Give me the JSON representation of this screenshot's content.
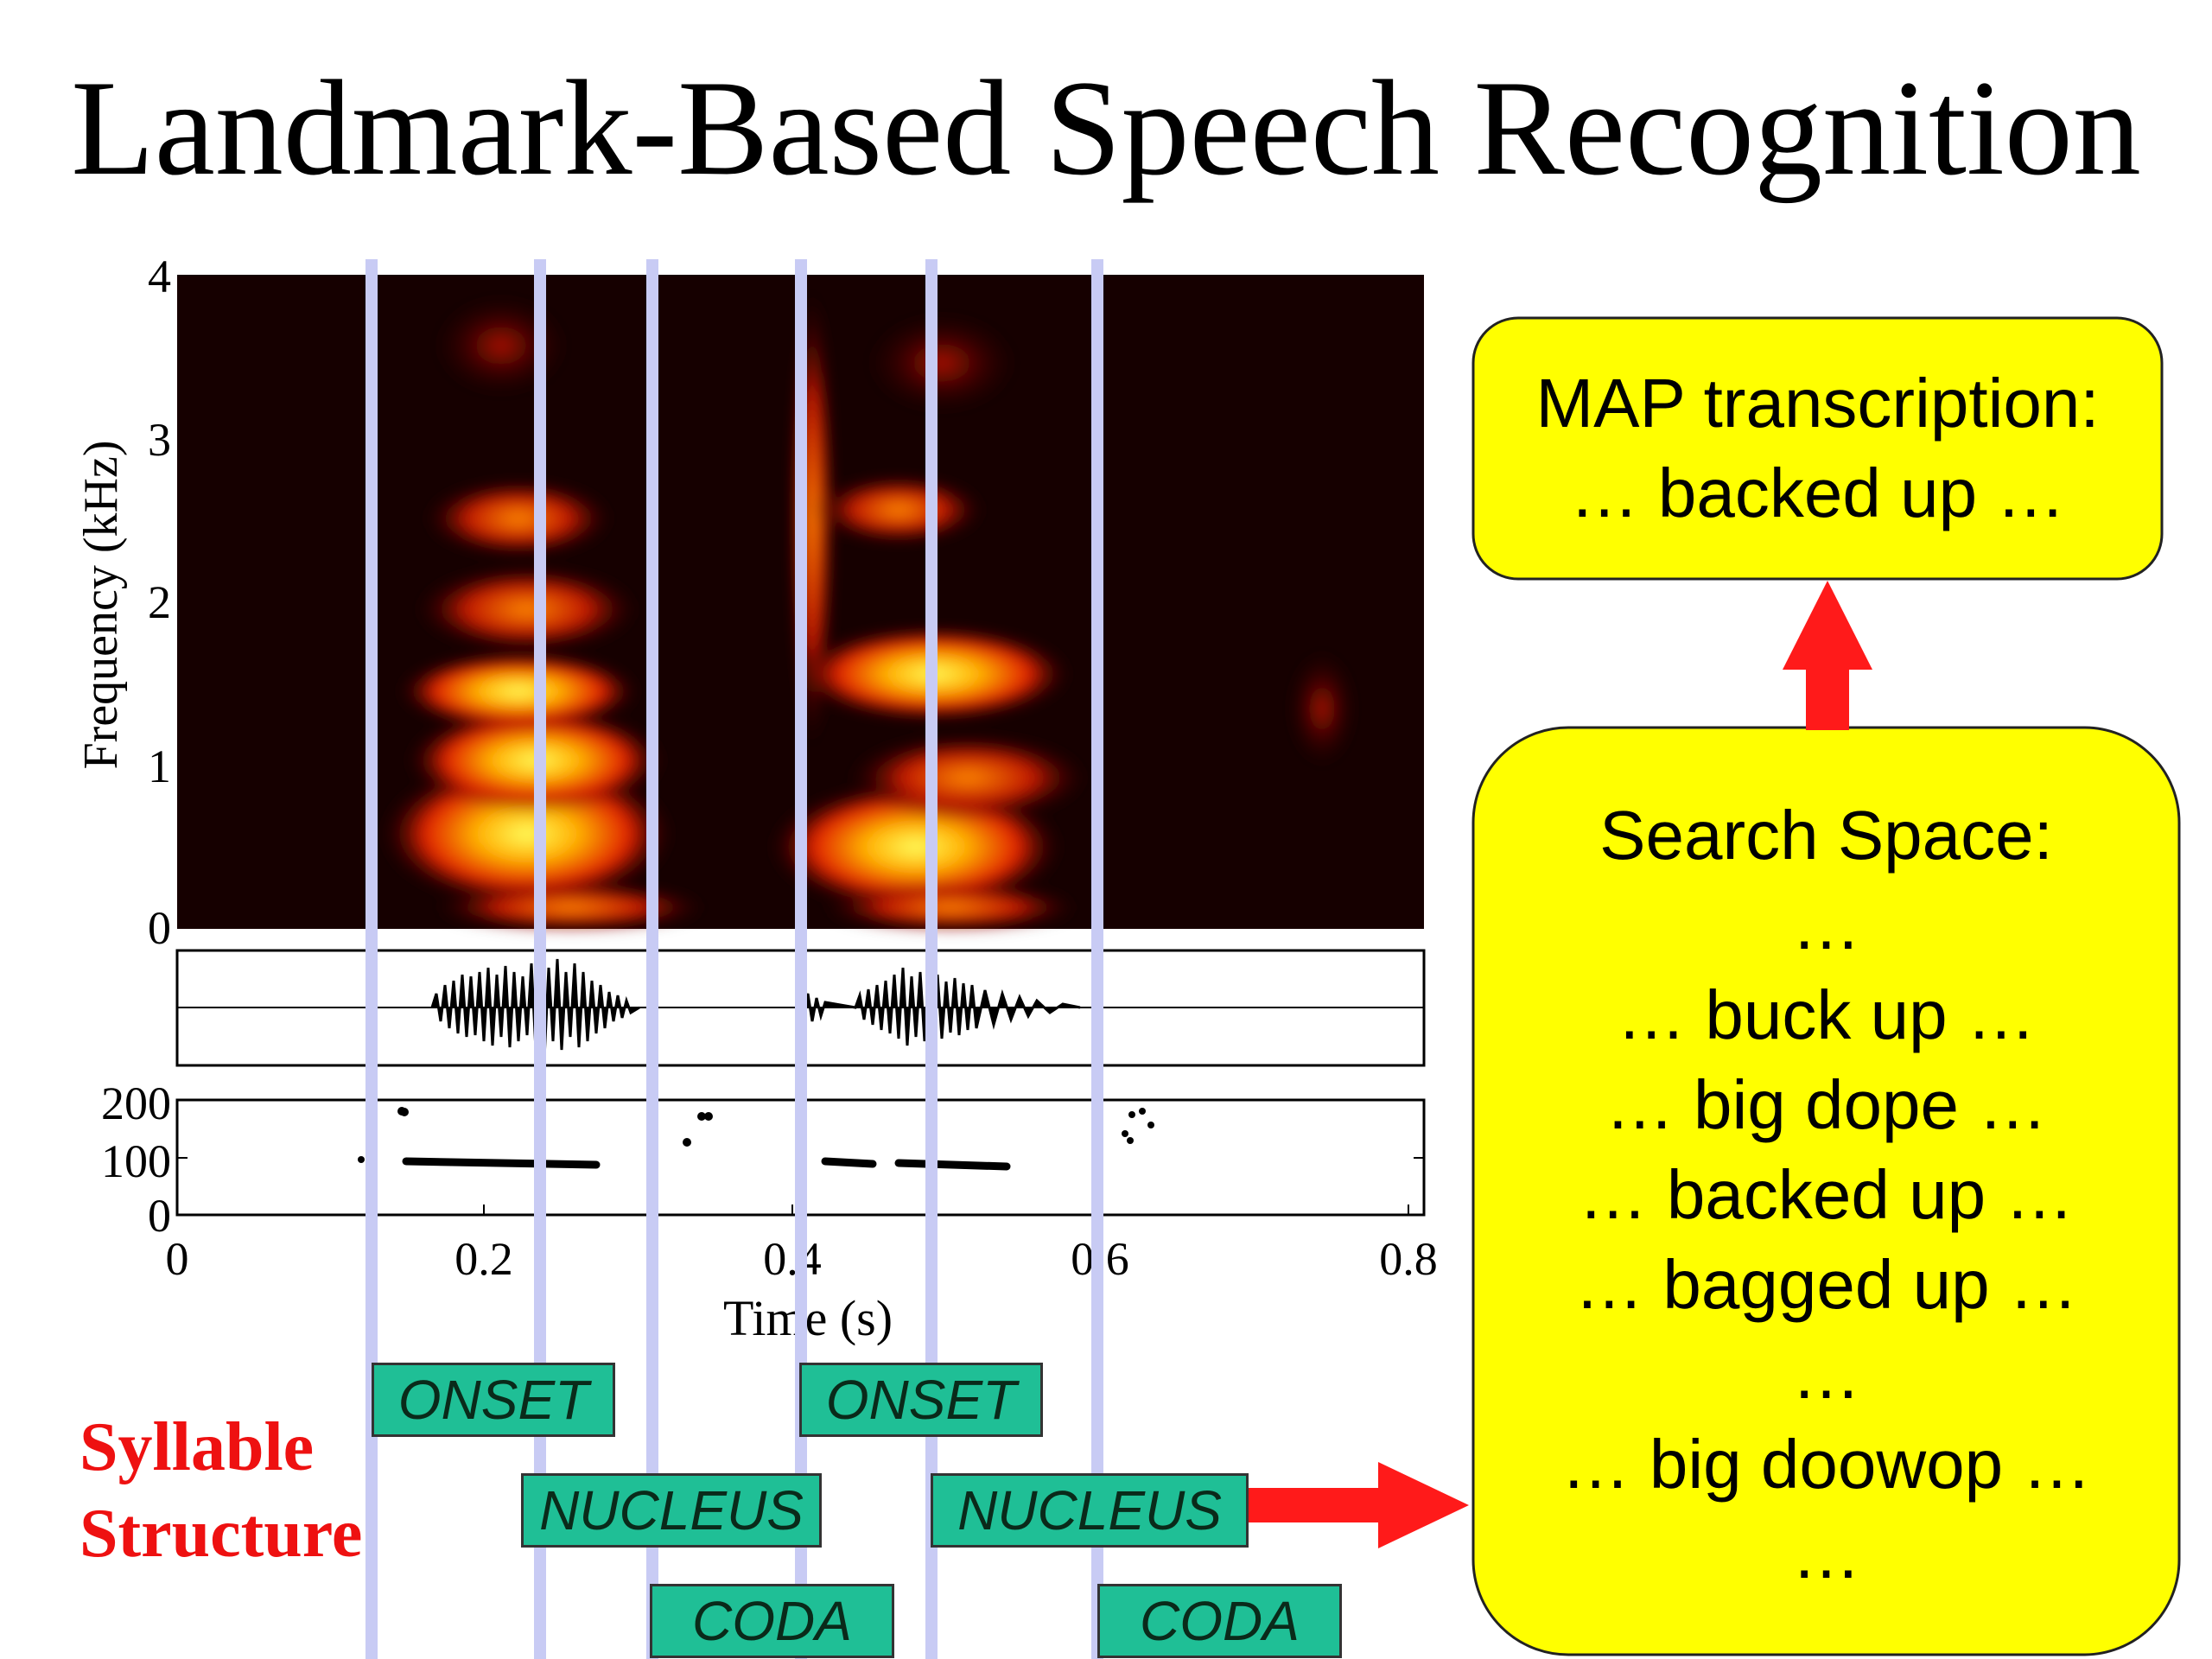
{
  "title": "Landmark-Based Speech Recognition",
  "map_box": {
    "lines": [
      "MAP transcription:",
      "… backed up …"
    ],
    "fill": "#ffff00"
  },
  "search_box": {
    "lines": [
      "Search Space:",
      "…",
      "… buck up …",
      "… big dope …",
      "… backed up …",
      "… bagged up …",
      "…",
      "… big doowop …",
      "…"
    ],
    "fill": "#ffff00"
  },
  "plot": {
    "ylabel": "Frequency (kHz)",
    "xlabel": "Time (s)",
    "spectrogram_yticks": [
      "0",
      "1",
      "2",
      "3",
      "4"
    ],
    "pitch_yticks": [
      "0",
      "100",
      "200"
    ],
    "xticks": [
      "0",
      "0.2",
      "0.4",
      "0.6",
      "0.8"
    ]
  },
  "syllable_structure": [
    "Syllable",
    "Structure"
  ],
  "labels": {
    "onset": "ONSET",
    "nucleus": "NUCLEUS",
    "coda": "CODA"
  },
  "colors": {
    "label_fill": "#1fbf96",
    "arrow": "#ff1a1a",
    "landmark_line": "#c8cbf4",
    "syllable_text": "#ee1111"
  }
}
